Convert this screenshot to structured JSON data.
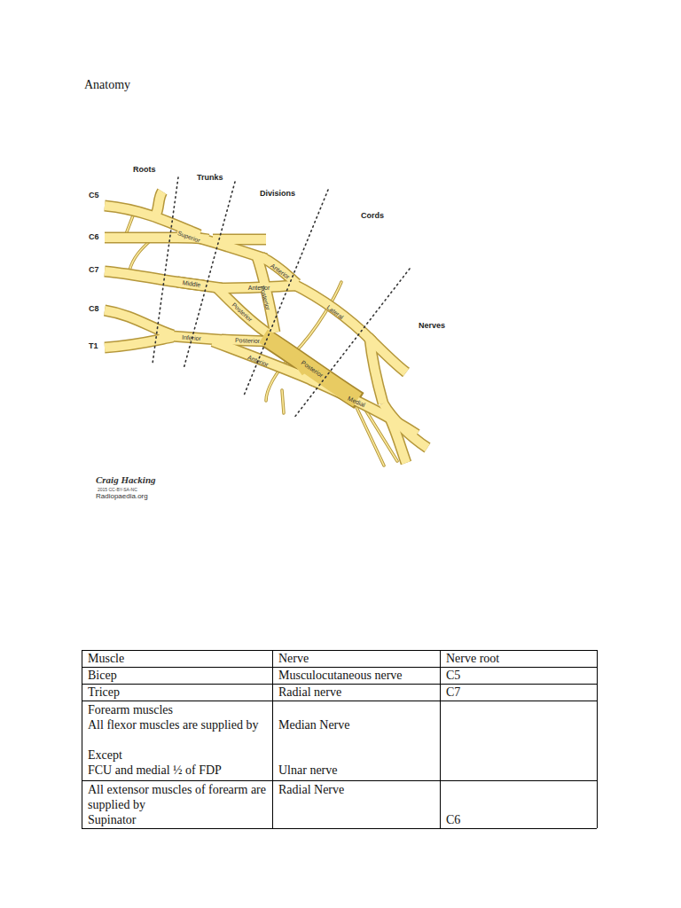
{
  "diagram": {
    "title": "Anatomy",
    "labels": [
      "Roots",
      "Trunks",
      "Divisions",
      "Cords",
      "Nerves",
      "C5",
      "C6",
      "C7",
      "C8",
      "T1",
      "Superior",
      "Anterior",
      "Posterior",
      "Middle",
      "Anterior",
      "Posterior",
      "Lateral",
      "Inferior",
      "Posterior",
      "Anterior",
      "Posterior",
      "Medial",
      "Craig Hacking",
      "2015 CC-BY-SA-NC",
      "Radiopaedia.org",
      "Muscle",
      "Nerve",
      "Nerve root",
      "Bicep",
      "Musculocutaneous nerve",
      "C5",
      "Tricep",
      "Radial nerve",
      "C7",
      "Forearm muscles",
      "All flexor muscles are supplied by",
      "Except",
      "FCU and medial ½ of FDP",
      "Median Nerve",
      "Ulnar nerve",
      "All extensor muscles of forearm are supplied by",
      "Supinator",
      "Radial Nerve",
      "C6"
    ]
  }
}
